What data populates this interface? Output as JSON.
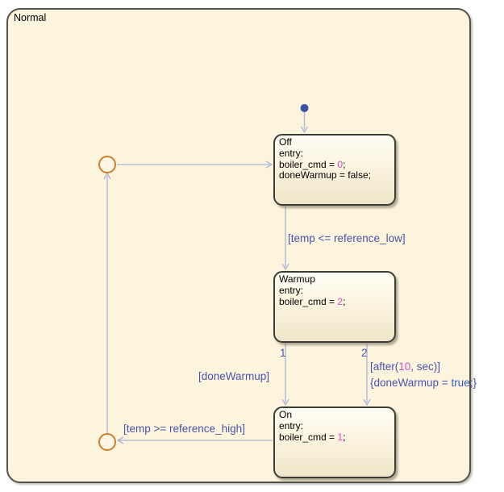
{
  "normal": {
    "title": "Normal"
  },
  "states": {
    "off": {
      "title": "Off",
      "entry": "entry:",
      "action_pre": "boiler_cmd = ",
      "action_num": "0",
      "action_semi": ";",
      "extra": "doneWarmup = false;"
    },
    "warmup": {
      "title": "Warmup",
      "entry": "entry:",
      "action_pre": "boiler_cmd = ",
      "action_num": "2",
      "action_semi": ";"
    },
    "on": {
      "title": "On",
      "entry": "entry:",
      "action_pre": "boiler_cmd = ",
      "action_num": "1",
      "action_semi": ";"
    }
  },
  "transitions": {
    "off_to_warmup": {
      "condition": "[temp <= reference_low]"
    },
    "warmup_to_on_1": {
      "number": "1",
      "condition": "[doneWarmup]"
    },
    "warmup_to_on_2": {
      "number": "2",
      "condition_pre": "[after(",
      "condition_num": "10",
      "condition_post": ", sec)]",
      "action_pre": "{doneWarmup = ",
      "action_keyword": "true",
      "action_post": ";}"
    },
    "on_to_off": {
      "condition": "[temp >= reference_high]"
    }
  },
  "colors": {
    "canvas_background": "#ffffff",
    "superstate_fill": "#fdf4de",
    "superstate_border": "#53534a",
    "state_fill_top": "#fffef5",
    "state_fill_bottom": "#efe6ca",
    "state_border": "#3c3c36",
    "transition_line": "#aab3d6",
    "transition_label": "#4a52ab",
    "literal_number": "#d14fc6",
    "keyword": "#2f5bc4",
    "junction_stroke": "#cf7f2b",
    "default_transition_dot": "#3c51a1",
    "state_text": "#000000"
  }
}
